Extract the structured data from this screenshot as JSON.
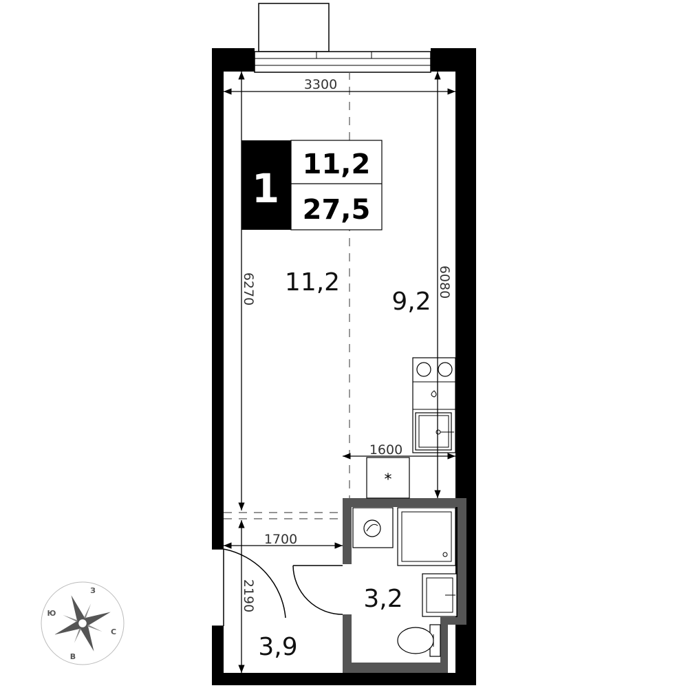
{
  "badge": {
    "rooms": "1",
    "living_area": "11,2",
    "total_area": "27,5"
  },
  "dimensions": {
    "width_top": "3300",
    "height_left": "6270",
    "height_right": "6080",
    "kitchen_width": "1600",
    "hall_width": "1700",
    "hall_height": "2190"
  },
  "rooms": {
    "living": "11,2",
    "kitchen": "9,2",
    "bathroom": "3,2",
    "hall": "3,9"
  },
  "compass": {
    "north": "С",
    "south": "Ю",
    "east": "В",
    "west": "З"
  },
  "colors": {
    "wall": "#000000",
    "bath_wall": "#555555",
    "dim_line": "#333333"
  }
}
